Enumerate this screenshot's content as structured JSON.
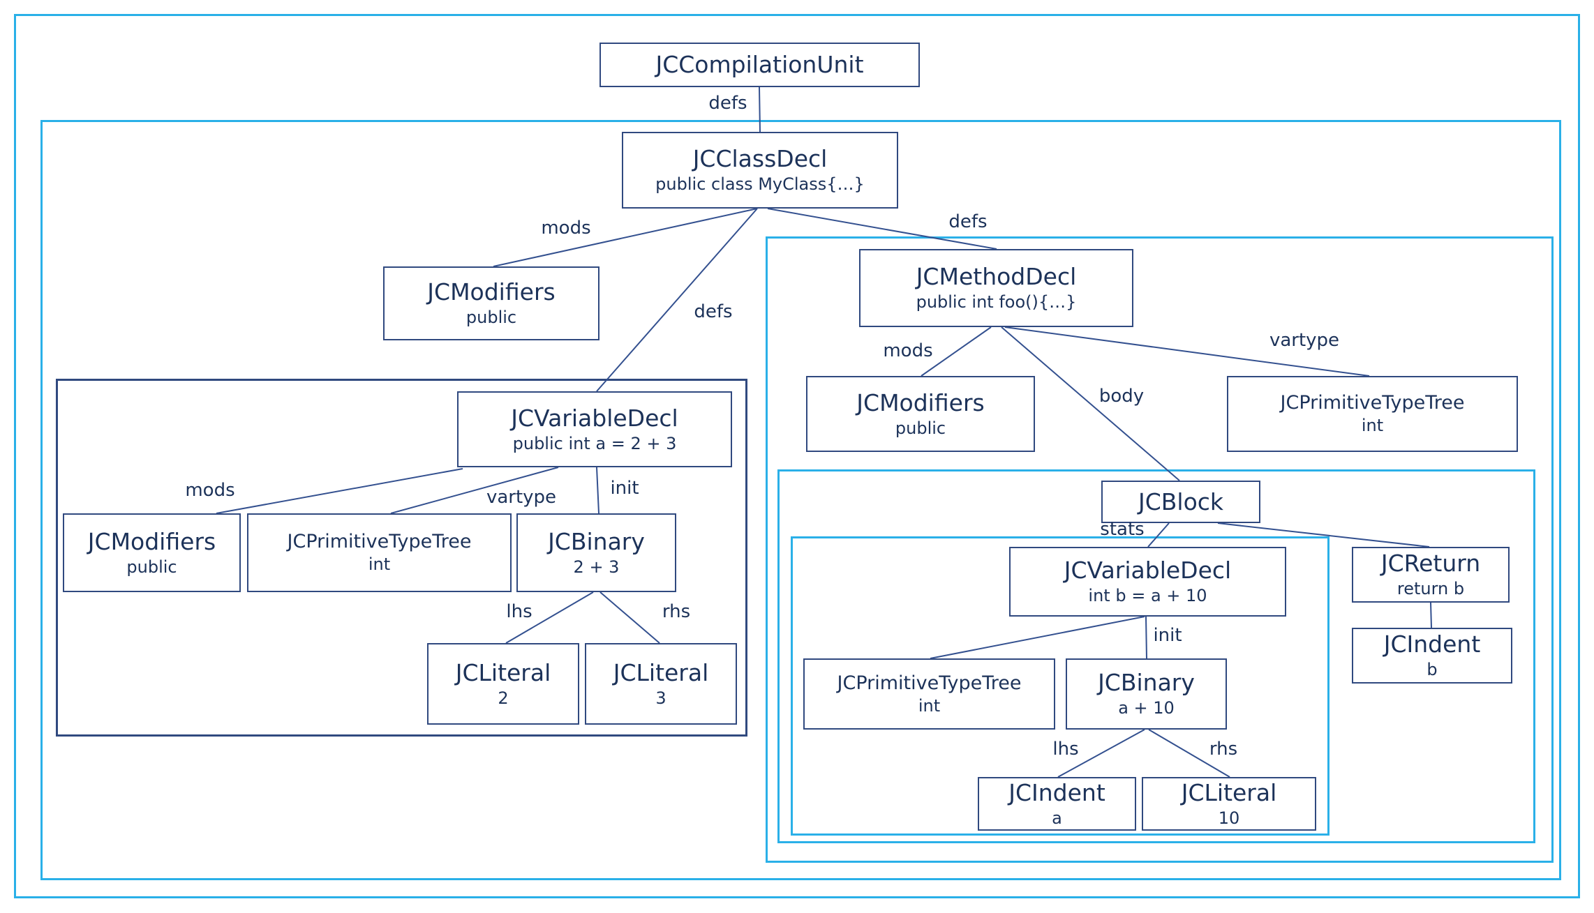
{
  "colors": {
    "frame_cyan": "#2ab0e8",
    "node_navy": "#30497f",
    "text_navy": "#1c3259"
  },
  "nodes": {
    "compilation_unit": {
      "title": "JCCompilationUnit"
    },
    "class_decl": {
      "title": "JCClassDecl",
      "subtitle": "public class MyClass{…}"
    },
    "class_modifiers": {
      "title": "JCModifiers",
      "subtitle": "public"
    },
    "var_decl_a": {
      "title": "JCVariableDecl",
      "subtitle": "public int a = 2 + 3"
    },
    "var_a_modifiers": {
      "title": "JCModifiers",
      "subtitle": "public"
    },
    "var_a_type": {
      "title": "JCPrimitiveTypeTree",
      "subtitle": "int"
    },
    "binary_a": {
      "title": "JCBinary",
      "subtitle": "2 + 3"
    },
    "literal_2": {
      "title": "JCLiteral",
      "subtitle": "2"
    },
    "literal_3": {
      "title": "JCLiteral",
      "subtitle": "3"
    },
    "method_decl": {
      "title": "JCMethodDecl",
      "subtitle": "public int foo(){…}"
    },
    "method_modifiers": {
      "title": "JCModifiers",
      "subtitle": "public"
    },
    "method_rettype": {
      "title": "JCPrimitiveTypeTree",
      "subtitle": "int"
    },
    "block": {
      "title": "JCBlock"
    },
    "var_decl_b": {
      "title": "JCVariableDecl",
      "subtitle": "int b = a + 10"
    },
    "var_b_type": {
      "title": "JCPrimitiveTypeTree",
      "subtitle": "int"
    },
    "binary_b": {
      "title": "JCBinary",
      "subtitle": "a + 10"
    },
    "ident_a": {
      "title": "JCIndent",
      "subtitle": "a"
    },
    "literal_10": {
      "title": "JCLiteral",
      "subtitle": "10"
    },
    "return_node": {
      "title": "JCReturn",
      "subtitle": "return b"
    },
    "ident_b": {
      "title": "JCIndent",
      "subtitle": "b"
    }
  },
  "edge_labels": {
    "cu_defs": "defs",
    "class_mods": "mods",
    "class_defs_var": "defs",
    "class_defs_method": "defs",
    "var_a_mods": "mods",
    "var_a_vartype": "vartype",
    "var_a_init": "init",
    "binary_a_lhs": "lhs",
    "binary_a_rhs": "rhs",
    "method_mods": "mods",
    "method_body": "body",
    "method_vartype": "vartype",
    "block_stats": "stats",
    "var_b_init": "init",
    "binary_b_lhs": "lhs",
    "binary_b_rhs": "rhs"
  }
}
